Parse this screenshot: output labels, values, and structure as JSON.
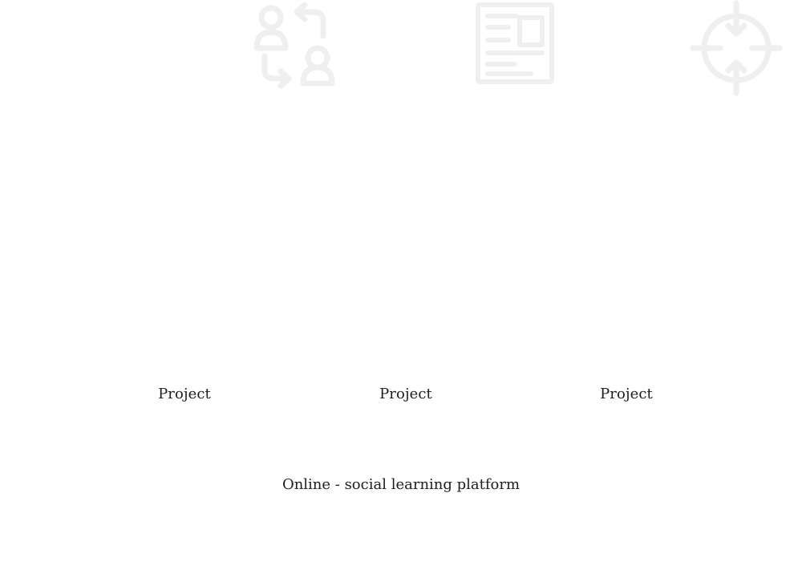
{
  "icons": [
    {
      "name": "user-exchange-icon"
    },
    {
      "name": "document-layout-icon"
    },
    {
      "name": "target-crosshair-icon"
    }
  ],
  "projects": [
    {
      "label": "Project"
    },
    {
      "label": "Project"
    },
    {
      "label": "Project"
    }
  ],
  "footer": {
    "title": "Online - social learning platform"
  },
  "colors": {
    "text": "#1d1d1f",
    "icon_stroke": "#f0eef0",
    "background": "#ffffff"
  }
}
